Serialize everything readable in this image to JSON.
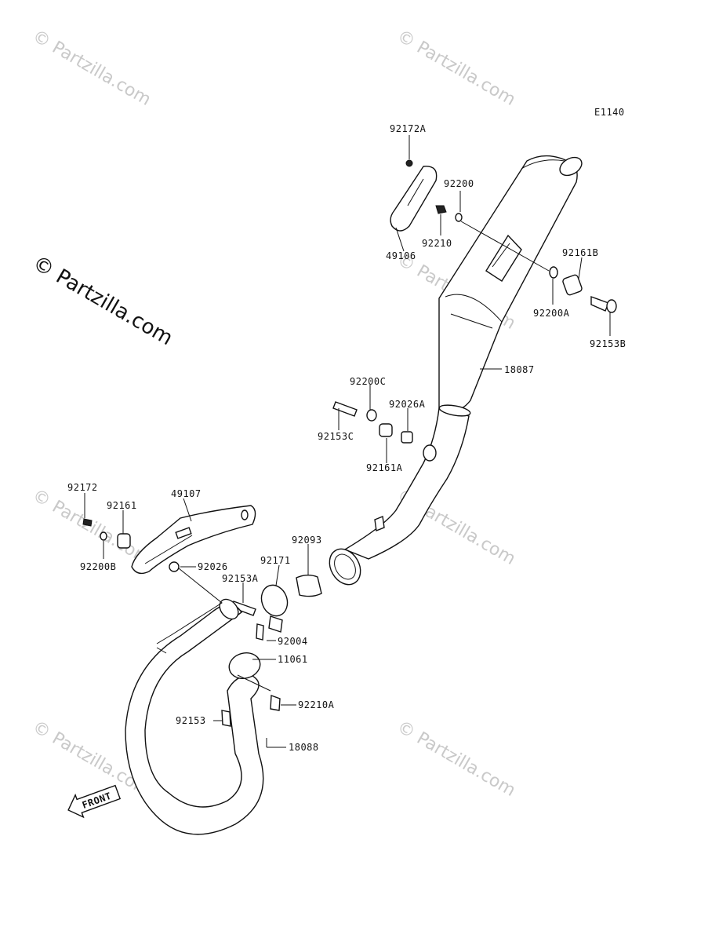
{
  "diagram_code": "E1140",
  "watermark": "© Partzilla.com",
  "front_label": "FRONT",
  "parts": {
    "p92172A": "92172A",
    "p92200": "92200",
    "p92210": "92210",
    "p49106": "49106",
    "p92161B": "92161B",
    "p92200A": "92200A",
    "p92153B": "92153B",
    "p18087": "18087",
    "p92200C": "92200C",
    "p92026A": "92026A",
    "p92153C": "92153C",
    "p92161A": "92161A",
    "p92172": "92172",
    "p92161": "92161",
    "p49107": "49107",
    "p92200B": "92200B",
    "p92026": "92026",
    "p92093": "92093",
    "p92171": "92171",
    "p92153A": "92153A",
    "p92004": "92004",
    "p11061": "11061",
    "p92210A": "92210A",
    "p92153": "92153",
    "p18088": "18088"
  }
}
